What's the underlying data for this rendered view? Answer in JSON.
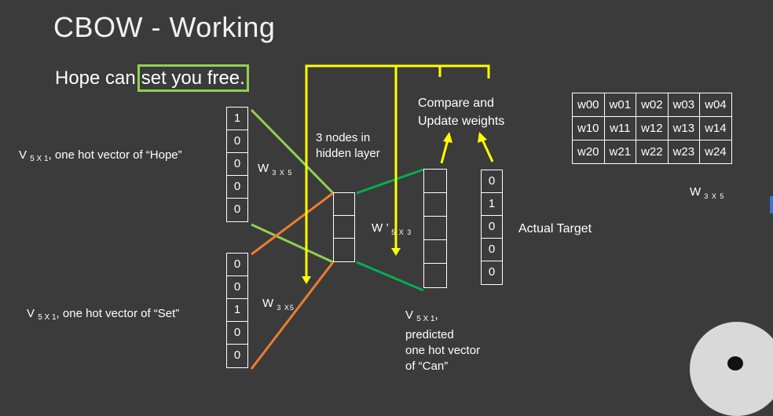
{
  "title": "CBOW - Working",
  "sentence": {
    "prefix": "Hope can",
    "highlight": "set you free."
  },
  "input_hope": {
    "values": [
      "1",
      "0",
      "0",
      "0",
      "0"
    ],
    "label_v": "V",
    "label_dims": "5 X 1",
    "label_rest": ", one hot vector of “Hope”"
  },
  "input_set": {
    "values": [
      "0",
      "0",
      "1",
      "0",
      "0"
    ],
    "label_v": "V",
    "label_dims": "5 X 1",
    "label_rest": ", one hot vector of “Set”"
  },
  "weights_top": {
    "w": "W",
    "dims": "3 X 5"
  },
  "weights_bottom": {
    "w": "W",
    "dims": "3 X5"
  },
  "weights_prime": {
    "w": "W ’",
    "dims": "5 X 3"
  },
  "hidden": {
    "label_line1": "3 nodes in",
    "label_line2": "hidden layer",
    "node_count": 3
  },
  "predicted": {
    "label_v": "V",
    "label_dims": "5 X 1",
    "label_comma": ",",
    "line2": "predicted",
    "line3": "one hot vector",
    "line4": "of “Can”",
    "cell_count": 5
  },
  "target": {
    "values": [
      "0",
      "1",
      "0",
      "0",
      "0"
    ],
    "label": "Actual Target"
  },
  "compare": {
    "line1": "Compare and",
    "line2": "Update weights"
  },
  "weight_matrix": {
    "rows": [
      [
        "w00",
        "w01",
        "w02",
        "w03",
        "w04"
      ],
      [
        "w10",
        "w11",
        "w12",
        "w13",
        "w14"
      ],
      [
        "w20",
        "w21",
        "w22",
        "w23",
        "w24"
      ]
    ],
    "label_w": "W",
    "label_dims": "3 X 5"
  },
  "colors": {
    "green_light": "#92d050",
    "green_dark": "#00b050",
    "orange": "#ed7d31",
    "yellow": "#ffff00",
    "background": "#3b3b3b"
  }
}
